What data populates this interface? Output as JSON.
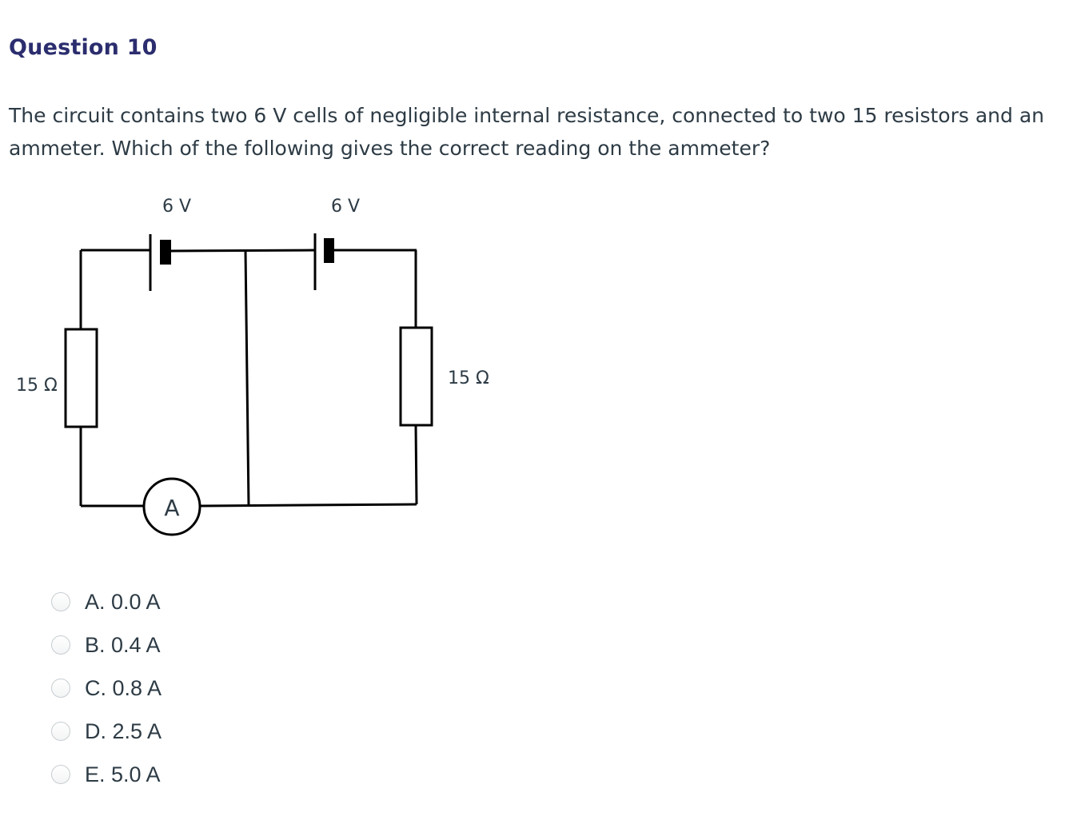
{
  "question": {
    "title": "Question 10",
    "text": "The circuit contains two 6 V cells of negligible internal resistance, connected to two 15  resistors and an ammeter. Which of the following gives the correct reading on the ammeter?"
  },
  "diagram": {
    "cell_left_label": "6 V",
    "cell_right_label": "6 V",
    "resistor_left_label": "15 Ω",
    "resistor_right_label": "15 Ω",
    "ammeter_label": "A"
  },
  "answers": [
    {
      "label": "A. 0.0 A"
    },
    {
      "label": "B. 0.4 A"
    },
    {
      "label": "C. 0.8 A"
    },
    {
      "label": "D. 2.5 A"
    },
    {
      "label": "E. 5.0 A"
    }
  ]
}
